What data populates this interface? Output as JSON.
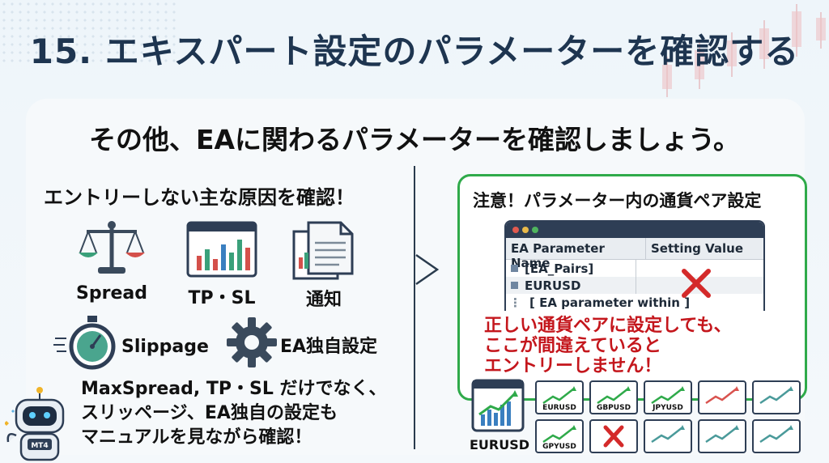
{
  "title": "15. エキスパート設定のパラメーターを確認する",
  "subtitle": "その他、EAに関わるパラメーターを確認しましょう。",
  "left": {
    "heading": "エントリーしない主な原因を確認！",
    "icons": [
      {
        "name": "scale-icon",
        "label": "Spread"
      },
      {
        "name": "chart-window-icon",
        "label": "TP・SL"
      },
      {
        "name": "document-icon",
        "label": "通知"
      }
    ],
    "lower_icons": [
      {
        "name": "stopwatch-icon",
        "label": "Slippage"
      },
      {
        "name": "gear-icon",
        "label": "EA独自設定"
      }
    ],
    "note_lines": [
      "MaxSpread, TP・SL だけでなく、",
      "スリッページ、EA独自の設定も",
      "マニュアルを見ながら確認！"
    ],
    "robot_badge": "MT4"
  },
  "right": {
    "heading": "注意！パラメーター内の通貨ペア設定",
    "table": {
      "columns": [
        "EA Parameter Name",
        "Setting Value"
      ],
      "rows": [
        "[EA_Pairs]",
        "EURUSD",
        "[ EA parameter within ]"
      ]
    },
    "warning_lines": [
      "正しい通貨ペアに設定しても、",
      "ここが間違えていると",
      "エントリーしません！"
    ],
    "main_pair": "EURUSD",
    "pairs": [
      "EURUSD",
      "GBPUSD",
      "JPYUSD",
      "",
      "",
      "GPYUSD",
      "",
      "",
      ""
    ]
  },
  "colors": {
    "title": "#1e3550",
    "accent_green": "#2faa4a",
    "warning_red": "#c4161c",
    "window_dark": "#2e3e55"
  }
}
